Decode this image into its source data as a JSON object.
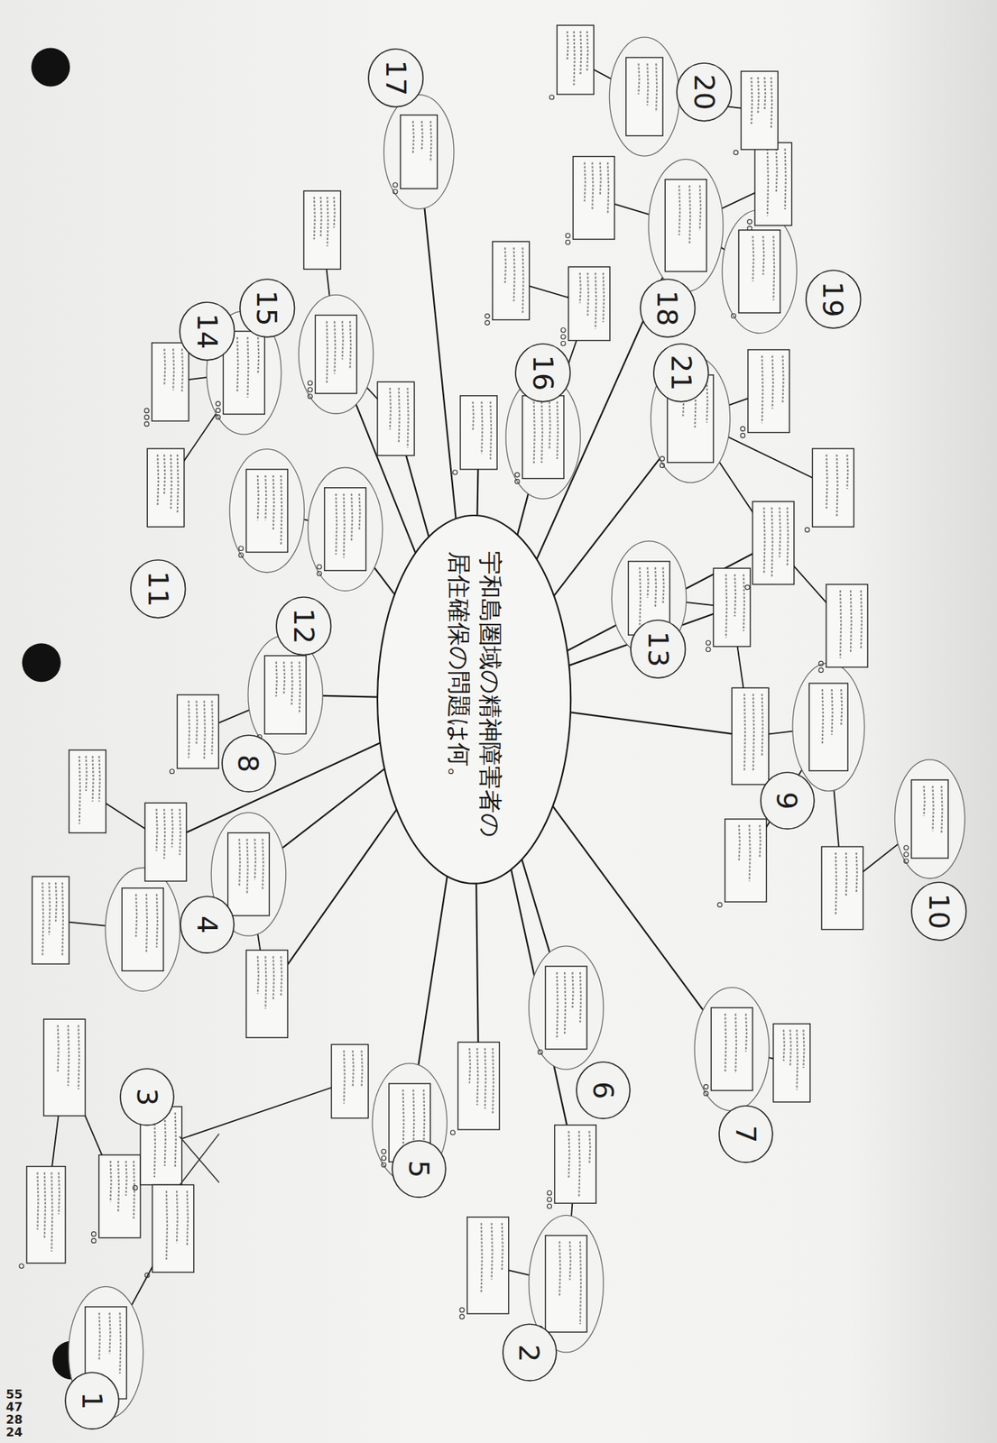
{
  "diagram": {
    "nodes": [
      {
        "text": [
          "宇和島圏域の精神障害者の居住確保の問題は何。"
        ]
      }
    ],
    "labels": [
      "1",
      "2",
      "3",
      "4",
      "5",
      "6",
      "7",
      "8",
      "9",
      "10",
      "11",
      "12",
      "13",
      "14",
      "15",
      "16",
      "17",
      "18",
      "19",
      "20",
      "21",
      "55",
      "47",
      "28",
      "24"
    ]
  }
}
